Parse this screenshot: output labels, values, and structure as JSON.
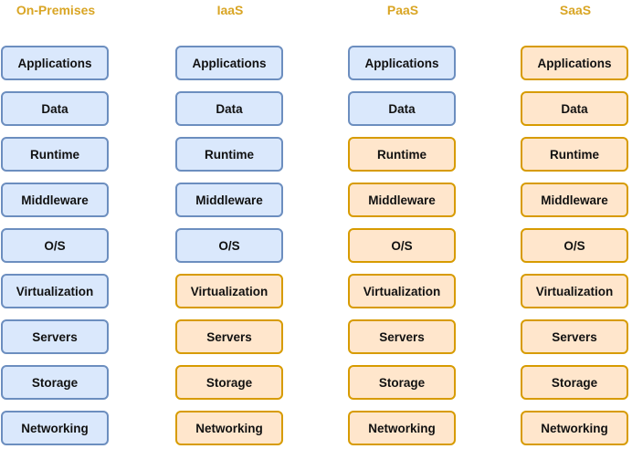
{
  "columns": [
    {
      "title": "On-Premises",
      "layers": [
        {
          "label": "Applications",
          "managed": "customer"
        },
        {
          "label": "Data",
          "managed": "customer"
        },
        {
          "label": "Runtime",
          "managed": "customer"
        },
        {
          "label": "Middleware",
          "managed": "customer"
        },
        {
          "label": "O/S",
          "managed": "customer"
        },
        {
          "label": "Virtualization",
          "managed": "customer"
        },
        {
          "label": "Servers",
          "managed": "customer"
        },
        {
          "label": "Storage",
          "managed": "customer"
        },
        {
          "label": "Networking",
          "managed": "customer"
        }
      ]
    },
    {
      "title": "IaaS",
      "layers": [
        {
          "label": "Applications",
          "managed": "customer"
        },
        {
          "label": "Data",
          "managed": "customer"
        },
        {
          "label": "Runtime",
          "managed": "customer"
        },
        {
          "label": "Middleware",
          "managed": "customer"
        },
        {
          "label": "O/S",
          "managed": "customer"
        },
        {
          "label": "Virtualization",
          "managed": "provider"
        },
        {
          "label": "Servers",
          "managed": "provider"
        },
        {
          "label": "Storage",
          "managed": "provider"
        },
        {
          "label": "Networking",
          "managed": "provider"
        }
      ]
    },
    {
      "title": "PaaS",
      "layers": [
        {
          "label": "Applications",
          "managed": "customer"
        },
        {
          "label": "Data",
          "managed": "customer"
        },
        {
          "label": "Runtime",
          "managed": "provider"
        },
        {
          "label": "Middleware",
          "managed": "provider"
        },
        {
          "label": "O/S",
          "managed": "provider"
        },
        {
          "label": "Virtualization",
          "managed": "provider"
        },
        {
          "label": "Servers",
          "managed": "provider"
        },
        {
          "label": "Storage",
          "managed": "provider"
        },
        {
          "label": "Networking",
          "managed": "provider"
        }
      ]
    },
    {
      "title": "SaaS",
      "layers": [
        {
          "label": "Applications",
          "managed": "provider"
        },
        {
          "label": "Data",
          "managed": "provider"
        },
        {
          "label": "Runtime",
          "managed": "provider"
        },
        {
          "label": "Middleware",
          "managed": "provider"
        },
        {
          "label": "O/S",
          "managed": "provider"
        },
        {
          "label": "Virtualization",
          "managed": "provider"
        },
        {
          "label": "Servers",
          "managed": "provider"
        },
        {
          "label": "Storage",
          "managed": "provider"
        },
        {
          "label": "Networking",
          "managed": "provider"
        }
      ]
    }
  ],
  "colors": {
    "header_text": "#d9a524",
    "customer_fill": "#dae8fc",
    "customer_border": "#6c8ebf",
    "provider_fill": "#ffe6cc",
    "provider_border": "#d79b00"
  }
}
